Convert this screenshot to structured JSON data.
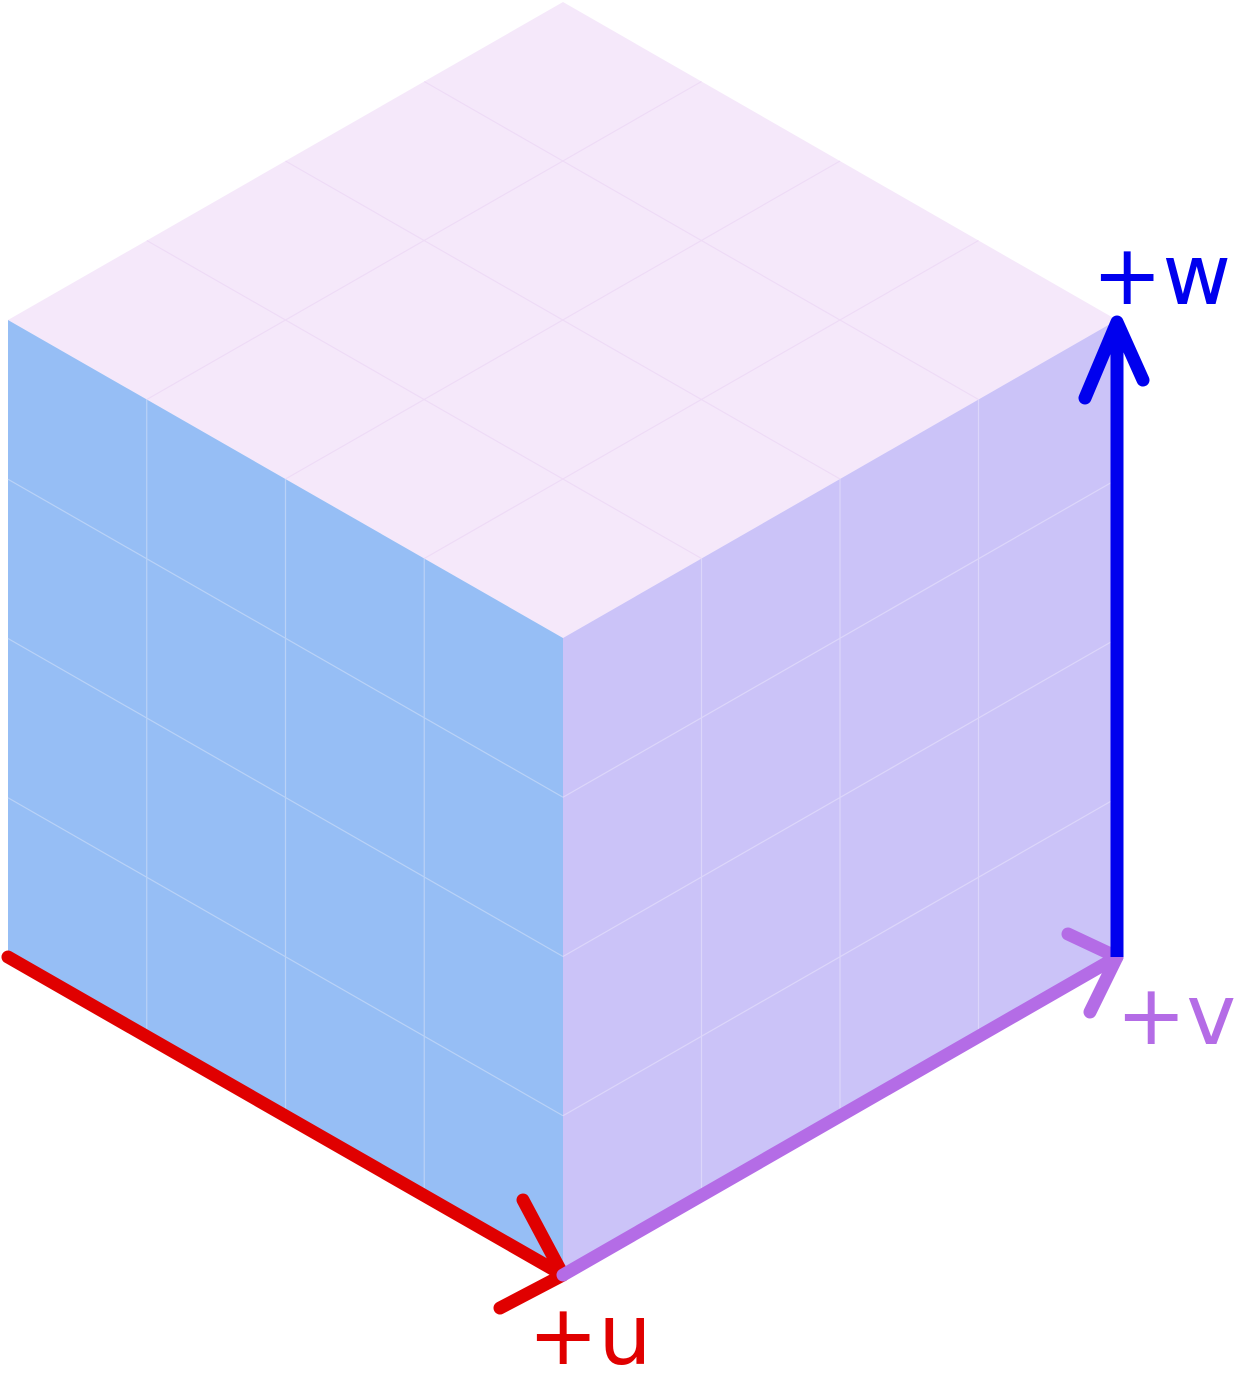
{
  "diagram": {
    "grid_divisions": 4,
    "faces": {
      "top": {
        "fill": "#F5E8FA",
        "grid": "#EEDBF6"
      },
      "left": {
        "fill": "#96BEF5",
        "grid": "#B9D2F7"
      },
      "right": {
        "fill": "#CBC3F8",
        "grid": "#DCD6FA"
      }
    },
    "axes": [
      {
        "id": "u",
        "label": "+u",
        "color": "#E00000"
      },
      {
        "id": "v",
        "label": "+v",
        "color": "#B46CE6"
      },
      {
        "id": "w",
        "label": "+w",
        "color": "#0000EE"
      }
    ]
  }
}
